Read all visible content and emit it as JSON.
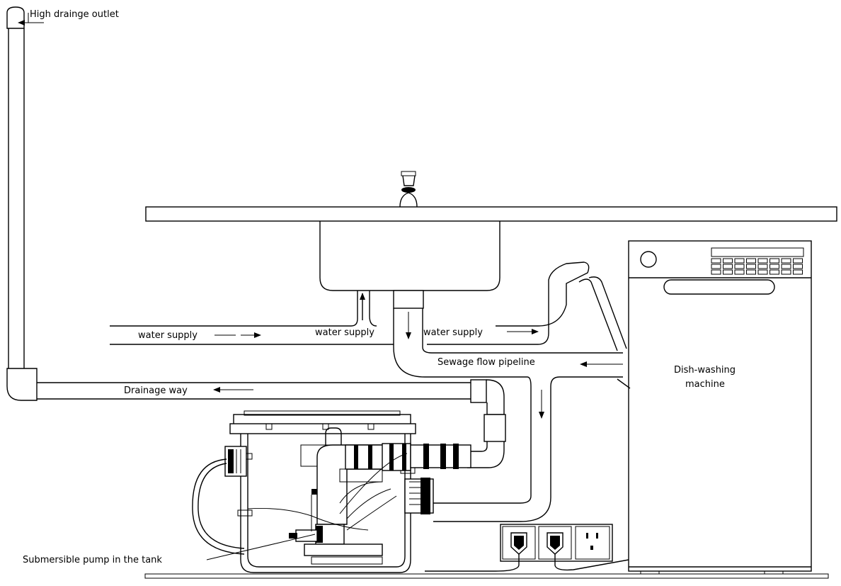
{
  "labels": {
    "high_drainage_outlet": "High drainge outlet",
    "water_supply_left": "water supply",
    "water_supply_middle": "water supply",
    "water_supply_right": "water supply",
    "sewage_flow_pipeline": "Sewage flow pipeline",
    "drainage_way": "Drainage way",
    "dishwasher_line1": "Dish-washing",
    "dishwasher_line2": "machine",
    "submersible_pump": "Submersible pump in the tank"
  }
}
